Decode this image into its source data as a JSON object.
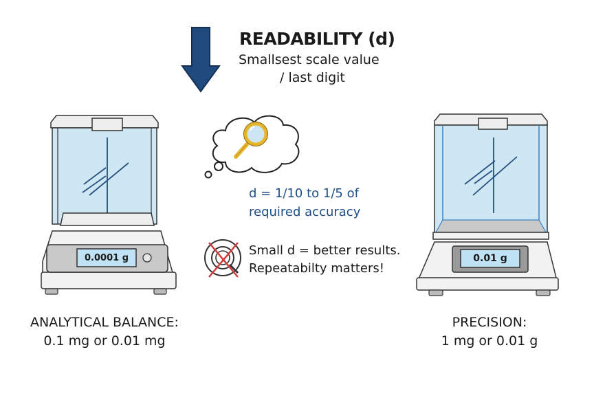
{
  "header": {
    "title": "READABILITY (d)",
    "subtitle_line1": "Smallsest scale value",
    "subtitle_line2": "/ last digit",
    "arrow_icon": "down-arrow-icon",
    "arrow_color": "#1f4a7d"
  },
  "center": {
    "thought_icon": "thought-bubble-magnifier-icon",
    "formula_line1": "d = 1/10 to 1/5 of",
    "formula_line2": "required accuracy",
    "formula_color": "#1d4e86",
    "tip_icon": "crossed-out-target-icon",
    "tip_line1": "Small d = better results.",
    "tip_line2": "Repeatabilty matters!"
  },
  "left_balance": {
    "display": "0.0001 g",
    "caption_line1": "ANALYTICAL BALANCE:",
    "caption_line2": "0.1 mg or 0.01 mg"
  },
  "right_balance": {
    "display": "0.01 g",
    "caption_line1": "PRECISION:",
    "caption_line2": "1 mg or 0.01 g"
  },
  "colors": {
    "glass": "#cfe7f3",
    "outline": "#3a3a3a",
    "display_bg": "#bfe2f5",
    "body_gray": "#f0f0f0",
    "panel_gray": "#c9c9c9",
    "magnifier": "#e6b52a",
    "cross_red": "#d33a3a"
  }
}
